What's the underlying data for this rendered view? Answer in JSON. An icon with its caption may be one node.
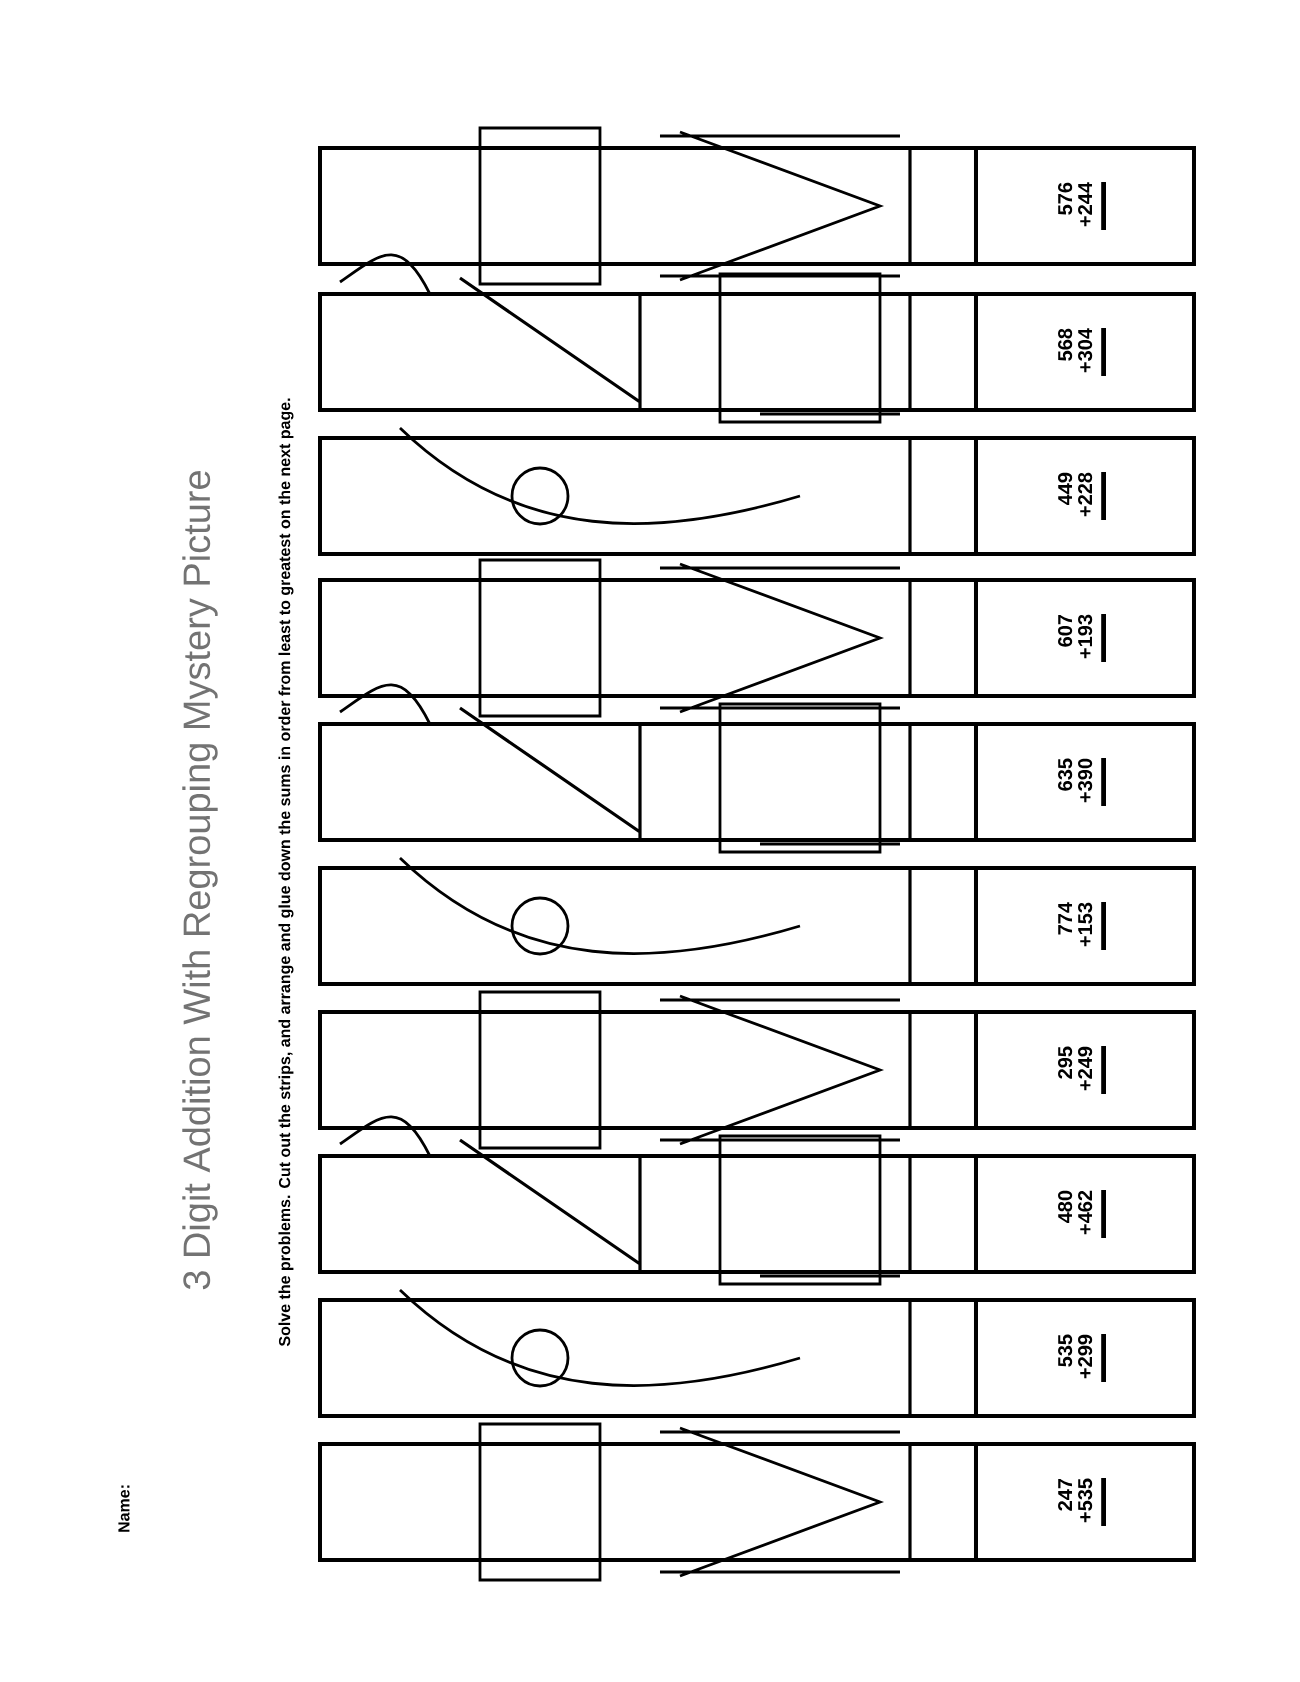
{
  "diagram": {
    "title": "3 Digit Addition With Regrouping Mystery Picture",
    "nodes": [
      {
        "text": [
          "247",
          "+535"
        ]
      },
      {
        "text": [
          "535",
          "+299"
        ]
      },
      {
        "text": [
          "480",
          "+462"
        ]
      },
      {
        "text": [
          "295",
          "+249"
        ]
      },
      {
        "text": [
          "774",
          "+153"
        ]
      },
      {
        "text": [
          "635",
          "+390"
        ]
      },
      {
        "text": [
          "607",
          "+193"
        ]
      },
      {
        "text": [
          "449",
          "+228"
        ]
      },
      {
        "text": [
          "568",
          "+304"
        ]
      },
      {
        "text": [
          "576",
          "+244"
        ]
      }
    ],
    "labels": [
      "Name:",
      "Solve the problems. Cut out the strips, and arrange and glue down the sums in order from least to greatest on the next page."
    ]
  }
}
